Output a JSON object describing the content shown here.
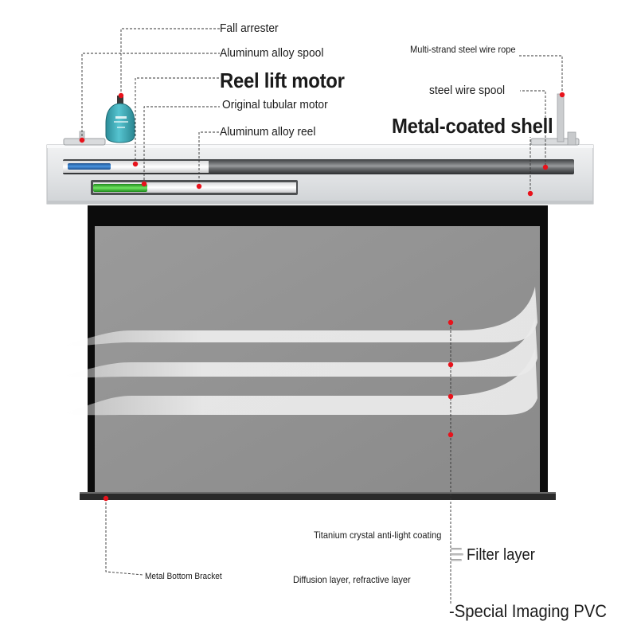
{
  "labels": {
    "fall_arrester": "Fall arrester",
    "aluminum_alloy_spool": "Aluminum alloy spool",
    "reel_lift_motor": "Reel lift motor",
    "original_tubular_motor": "Original tubular motor",
    "aluminum_alloy_reel": "Aluminum alloy reel",
    "multi_strand_steel_wire_rope": "Multi-strand steel wire rope",
    "steel_wire_spool": "steel wire spool",
    "metal_coated_shell": "Metal-coated shell",
    "titanium_crystal_coating": "Titanium crystal anti-light coating",
    "filter_layer": "Filter layer",
    "diffusion_layer": "Diffusion layer, refractive layer",
    "special_imaging_pvc": "-Special Imaging PVC",
    "metal_bottom_bracket": "Metal Bottom Bracket"
  },
  "colors": {
    "marker": "#e8121b",
    "leader_line": "#333333",
    "housing": "#e6e8ea",
    "screen_surface": "#8d8d8d",
    "screen_border": "#111111",
    "fall_arrester_body": "#3aa7b4",
    "blue_motor": "#2f78c8",
    "green_motor": "#3fc83a"
  }
}
